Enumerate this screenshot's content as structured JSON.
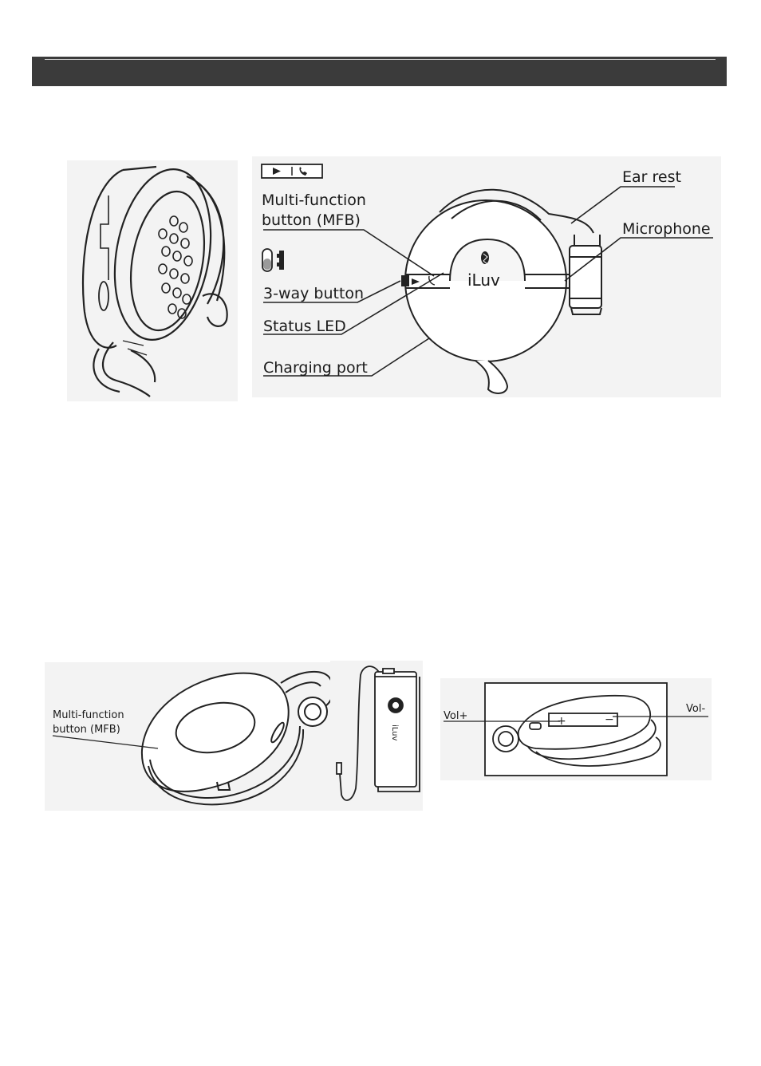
{
  "figure_top": {
    "labels": {
      "ear_rest": "Ear rest",
      "microphone": "Microphone",
      "mfb_line1": "Multi-function",
      "mfb_line2": "button (MFB)",
      "three_way": "3-way button",
      "status_led": "Status LED",
      "charging_port": "Charging port",
      "brand": "iLuv"
    }
  },
  "figure_bottom": {
    "labels": {
      "mfb_line1": "Multi-function",
      "mfb_line2": "button (MFB)",
      "vol_plus": "Vol+",
      "vol_minus": "Vol-",
      "charger_brand": "iLuv"
    }
  }
}
